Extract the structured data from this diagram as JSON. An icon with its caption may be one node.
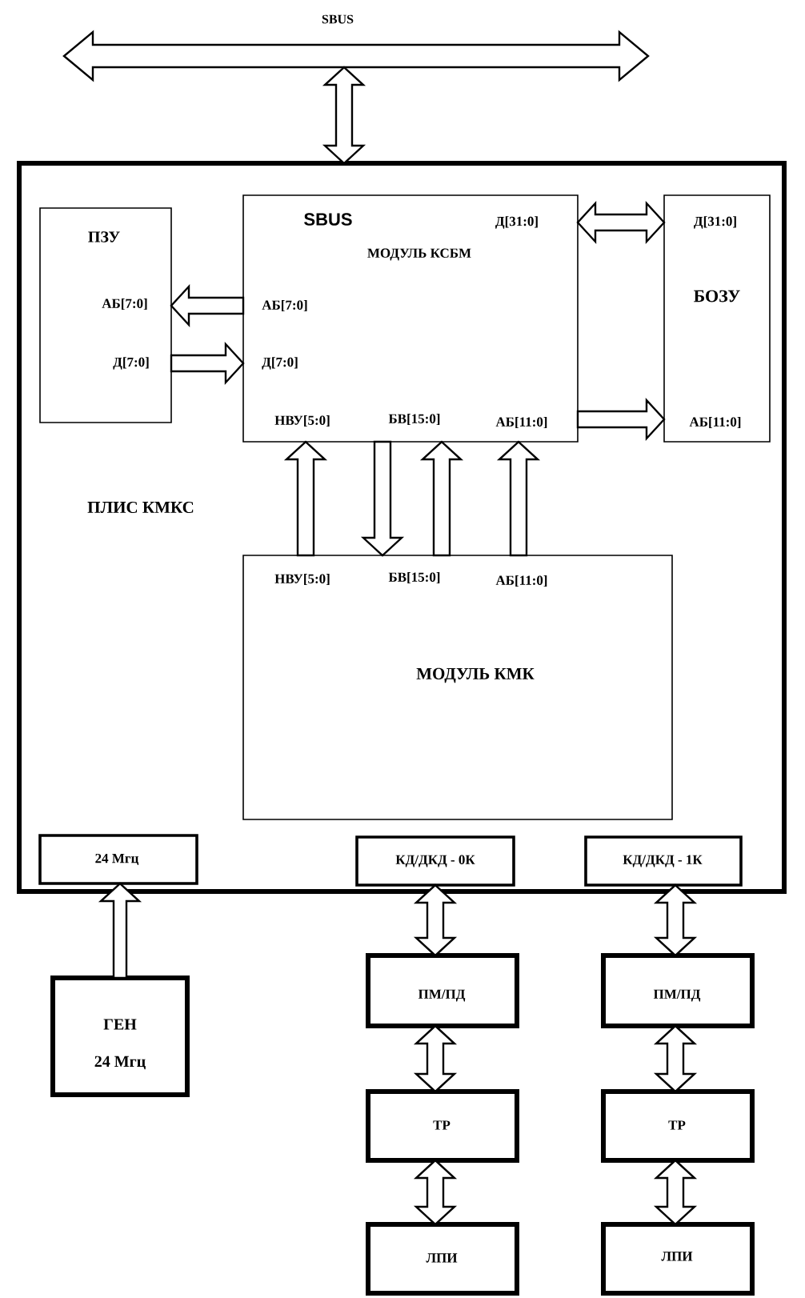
{
  "diagram": {
    "nodes": [
      {
        "text": [
          "SBUS"
        ]
      },
      {
        "text": [
          "ПЛИС КМКС"
        ]
      },
      {
        "text": [
          "ПЗУ",
          "АБ[7:0]",
          "Д[7:0]"
        ],
        "in": 1
      },
      {
        "text": [
          "SBUS",
          "МОДУЛЬ КСБМ",
          "Д[31:0]",
          "АБ[7:0]",
          "Д[7:0]",
          "НВУ[5:0]",
          "БВ[15:0]",
          "АБ[11:0]"
        ],
        "in": 1
      },
      {
        "text": [
          "Д[31:0]",
          "БОЗУ",
          "АБ[11:0]"
        ],
        "in": 1
      },
      {
        "text": [
          "НВУ[5:0]",
          "БВ[15:0]",
          "АБ[11:0]",
          "МОДУЛЬ КМК"
        ],
        "in": 1
      },
      {
        "text": [
          "24 Мгц"
        ],
        "in": 1
      },
      {
        "text": [
          "КД/ДКД - 0К"
        ],
        "in": 1
      },
      {
        "text": [
          "КД/ДКД - 1К"
        ],
        "in": 1
      },
      {
        "text": [
          "ГЕН",
          "24 Мгц"
        ]
      },
      {
        "text": [
          "ПМ/ПД"
        ]
      },
      {
        "text": [
          "ТР"
        ]
      },
      {
        "text": [
          "ЛПИ"
        ]
      },
      {
        "text": [
          "ПМ/ПД"
        ]
      },
      {
        "text": [
          "ТР"
        ]
      },
      {
        "text": [
          "ЛПИ"
        ]
      }
    ],
    "edges": [
      {
        "from": 0,
        "to": 1,
        "arrow": "both"
      },
      {
        "from": 3,
        "to": 2,
        "arrow": "to"
      },
      {
        "from": 2,
        "to": 3,
        "arrow": "to"
      },
      {
        "from": 3,
        "to": 4,
        "arrow": "both"
      },
      {
        "from": 3,
        "to": 4,
        "arrow": "to"
      },
      {
        "from": 5,
        "to": 3,
        "arrow": "to"
      },
      {
        "from": 3,
        "to": 5,
        "arrow": "to"
      },
      {
        "from": 5,
        "to": 3,
        "arrow": "to"
      },
      {
        "from": 5,
        "to": 3,
        "arrow": "to"
      },
      {
        "from": 9,
        "to": 6,
        "arrow": "to"
      },
      {
        "from": 7,
        "to": 10,
        "arrow": "both"
      },
      {
        "from": 10,
        "to": 11,
        "arrow": "both"
      },
      {
        "from": 11,
        "to": 12,
        "arrow": "both"
      },
      {
        "from": 8,
        "to": 13,
        "arrow": "both"
      },
      {
        "from": 13,
        "to": 14,
        "arrow": "both"
      },
      {
        "from": 14,
        "to": 15,
        "arrow": "both"
      }
    ]
  }
}
